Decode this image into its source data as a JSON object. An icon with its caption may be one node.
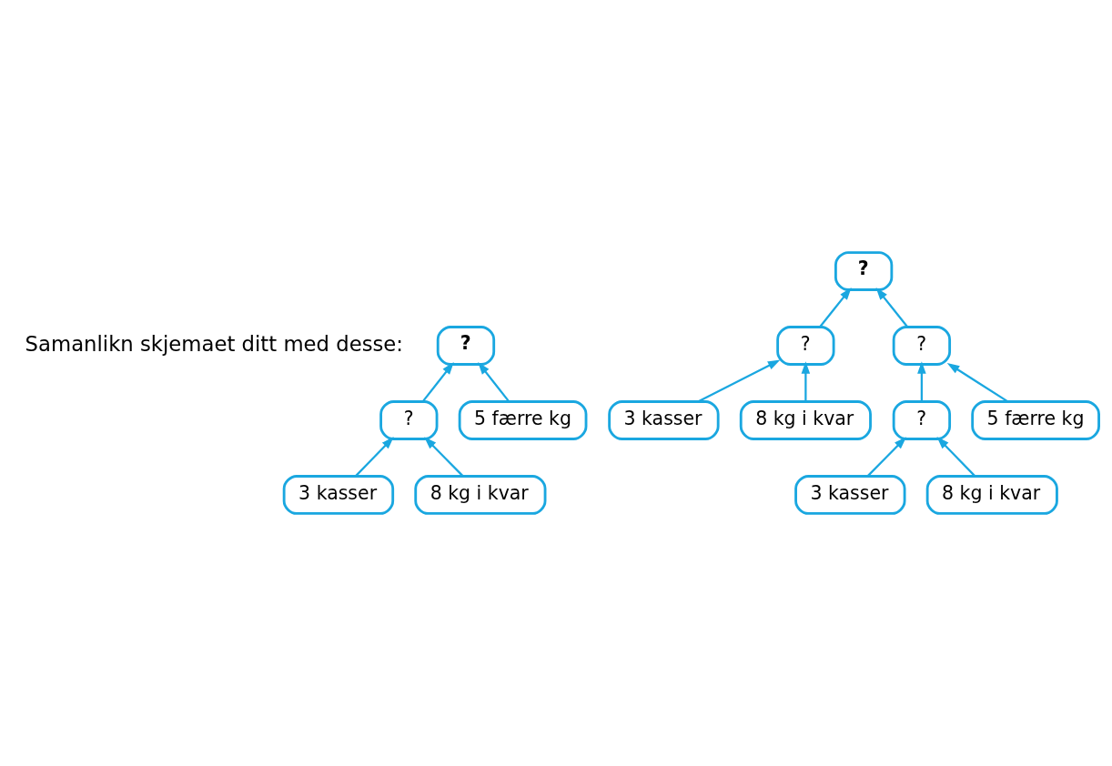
{
  "diagram": {
    "nodes": [
      {
        "text": [
          "?"
        ]
      },
      {
        "text": [
          "?"
        ]
      },
      {
        "text": [
          "5 færre kg"
        ]
      },
      {
        "text": [
          "3 kasser"
        ]
      },
      {
        "text": [
          "8 kg i kvar"
        ]
      },
      {
        "text": [
          "?"
        ]
      },
      {
        "text": [
          "?"
        ]
      },
      {
        "text": [
          "?"
        ]
      },
      {
        "text": [
          "3 kasser"
        ]
      },
      {
        "text": [
          "8 kg i kvar"
        ]
      },
      {
        "text": [
          "?"
        ]
      },
      {
        "text": [
          "5 færre kg"
        ]
      },
      {
        "text": [
          "3 kasser"
        ]
      },
      {
        "text": [
          "8 kg i kvar"
        ]
      }
    ],
    "edges": [
      {
        "from": 1,
        "to": 0,
        "arrow": "to"
      },
      {
        "from": 2,
        "to": 0,
        "arrow": "to"
      },
      {
        "from": 3,
        "to": 1,
        "arrow": "to"
      },
      {
        "from": 4,
        "to": 1,
        "arrow": "to"
      },
      {
        "from": 6,
        "to": 5,
        "arrow": "to"
      },
      {
        "from": 7,
        "to": 5,
        "arrow": "to"
      },
      {
        "from": 8,
        "to": 6,
        "arrow": "to"
      },
      {
        "from": 9,
        "to": 6,
        "arrow": "to"
      },
      {
        "from": 10,
        "to": 7,
        "arrow": "to"
      },
      {
        "from": 11,
        "to": 7,
        "arrow": "to"
      },
      {
        "from": 12,
        "to": 10,
        "arrow": "to"
      },
      {
        "from": 13,
        "to": 10,
        "arrow": "to"
      }
    ],
    "labels": [
      "Samanlikn skjemaet ditt med desse:"
    ]
  }
}
